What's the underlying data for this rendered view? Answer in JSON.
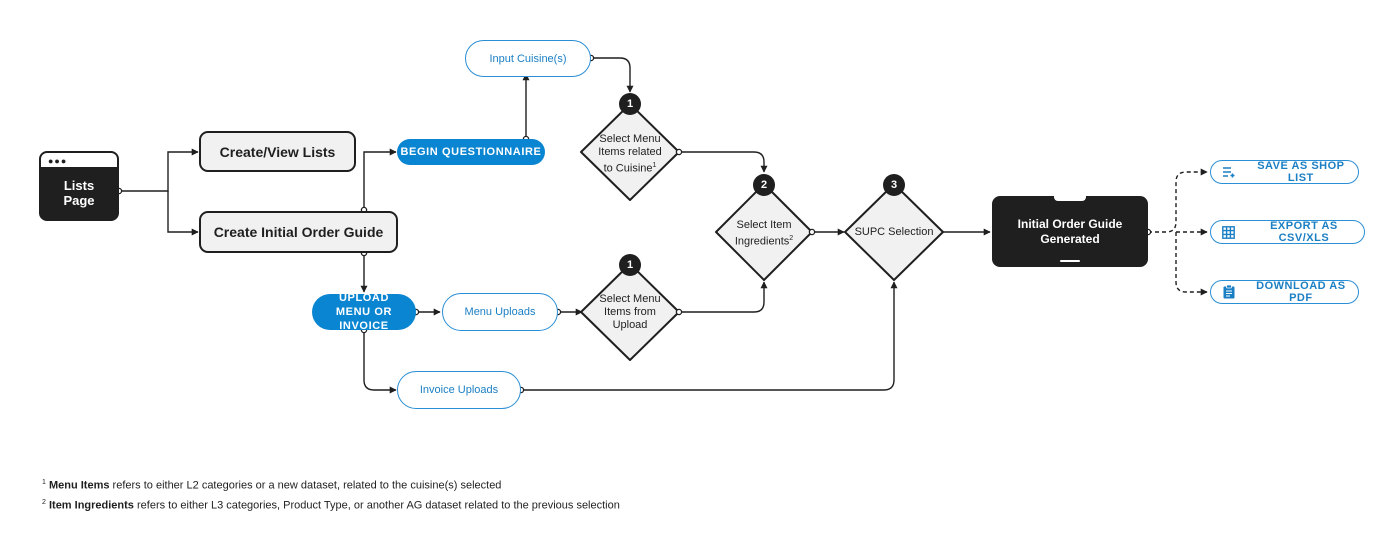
{
  "nodes": {
    "lists_page": "Lists Page",
    "create_view_lists": "Create/View Lists",
    "create_initial_order_guide": "Create Initial Order Guide",
    "begin_questionnaire": "BEGIN QUESTIONNAIRE",
    "upload_menu_or_invoice": "UPLOAD MENU OR INVOICE",
    "input_cuisines": "Input Cuisine(s)",
    "menu_uploads": "Menu Uploads",
    "invoice_uploads": "Invoice Uploads",
    "select_menu_items_cuisine": "Select Menu Items related to Cuisine",
    "select_menu_items_upload": "Select Menu Items from Upload",
    "select_item_ingredients": "Select Item Ingredients",
    "supc_selection": "SUPC Selection",
    "initial_order_guide_generated": "Initial Order Guide Generated"
  },
  "markers": {
    "sup1": "1",
    "sup2": "2"
  },
  "steps": {
    "step_cuisine": "1",
    "step_upload": "1",
    "step_ingredients": "2",
    "step_supc": "3"
  },
  "actions": [
    {
      "label": "SAVE AS SHOP LIST",
      "icon": "playlist-add-icon"
    },
    {
      "label": "EXPORT AS CSV/XLS",
      "icon": "grid-table-icon"
    },
    {
      "label": "DOWNLOAD AS PDF",
      "icon": "clipboard-icon"
    }
  ],
  "footnotes": {
    "fn1": {
      "marker": "1",
      "term": "Menu Items",
      "text": "refers to either L2 categories or a new dataset, related to the cuisine(s) selected"
    },
    "fn2": {
      "marker": "2",
      "term": "Item Ingredients",
      "text": "refers to either L3 categories, Product Type, or another AG dataset related to the previous selection"
    }
  },
  "colors": {
    "dark": "#1f1f1f",
    "gray_fill": "#f1f1f1",
    "blue": "#0a85d1",
    "blue_outline": "#2a8fd4"
  }
}
